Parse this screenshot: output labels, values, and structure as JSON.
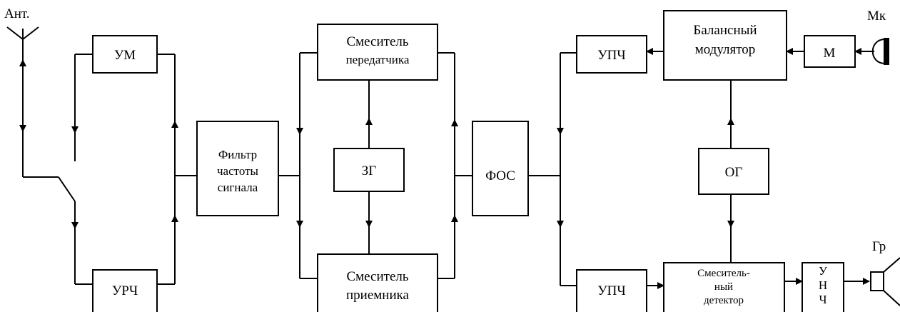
{
  "labels": {
    "antenna": "Ант.",
    "microphone": "Мк",
    "speaker": "Гр"
  },
  "blocks": {
    "um": "УМ",
    "urch": "УРЧ",
    "filter": [
      "Фильтр",
      "частоты",
      "сигнала"
    ],
    "mixer_tx": [
      "Смеситель",
      "передатчика"
    ],
    "mixer_rx": [
      "Смеситель",
      "приемника"
    ],
    "zg": "ЗГ",
    "fos": "ФОС",
    "upch_top": "УПЧ",
    "upch_bottom": "УПЧ",
    "balanced_modulator": [
      "Балансный",
      "модулятор"
    ],
    "m": "М",
    "og": "ОГ",
    "mixer_detector": [
      "Смеситель-",
      "ный",
      "детектор"
    ],
    "unch": [
      "У",
      "Н",
      "Ч"
    ]
  }
}
